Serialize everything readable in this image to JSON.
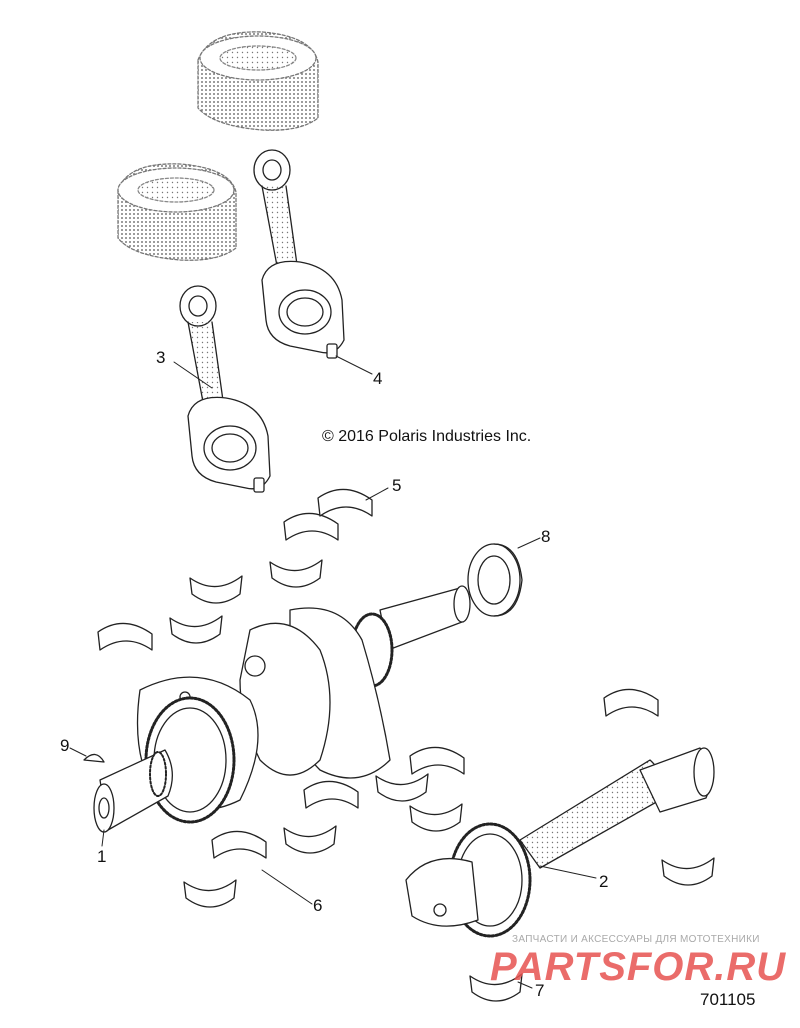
{
  "diagram": {
    "copyright": "© 2016 Polaris Industries Inc.",
    "figure_number": "701105",
    "callouts": [
      "1",
      "2",
      "3",
      "4",
      "5",
      "6",
      "7",
      "8",
      "9"
    ],
    "parts": [
      {
        "callout": "1",
        "part": "crankshaft"
      },
      {
        "callout": "2",
        "part": "balance-shaft"
      },
      {
        "callout": "3",
        "part": "connecting-rod-front"
      },
      {
        "callout": "4",
        "part": "connecting-rod-rear"
      },
      {
        "callout": "5",
        "part": "rod-bearing-shells"
      },
      {
        "callout": "6",
        "part": "main-bearing-shells"
      },
      {
        "callout": "7",
        "part": "bearing-shell"
      },
      {
        "callout": "8",
        "part": "oil-seal"
      },
      {
        "callout": "9",
        "part": "woodruff-key"
      }
    ],
    "line_color": "#222222",
    "stipple_color": "#555555"
  },
  "watermark": {
    "tagline": "ЗАПЧАСТИ И АКСЕССУАРЫ ДЛЯ МОТОТЕХНИКИ",
    "logo": "PARTSFOR.RU",
    "color": "#e65250"
  }
}
